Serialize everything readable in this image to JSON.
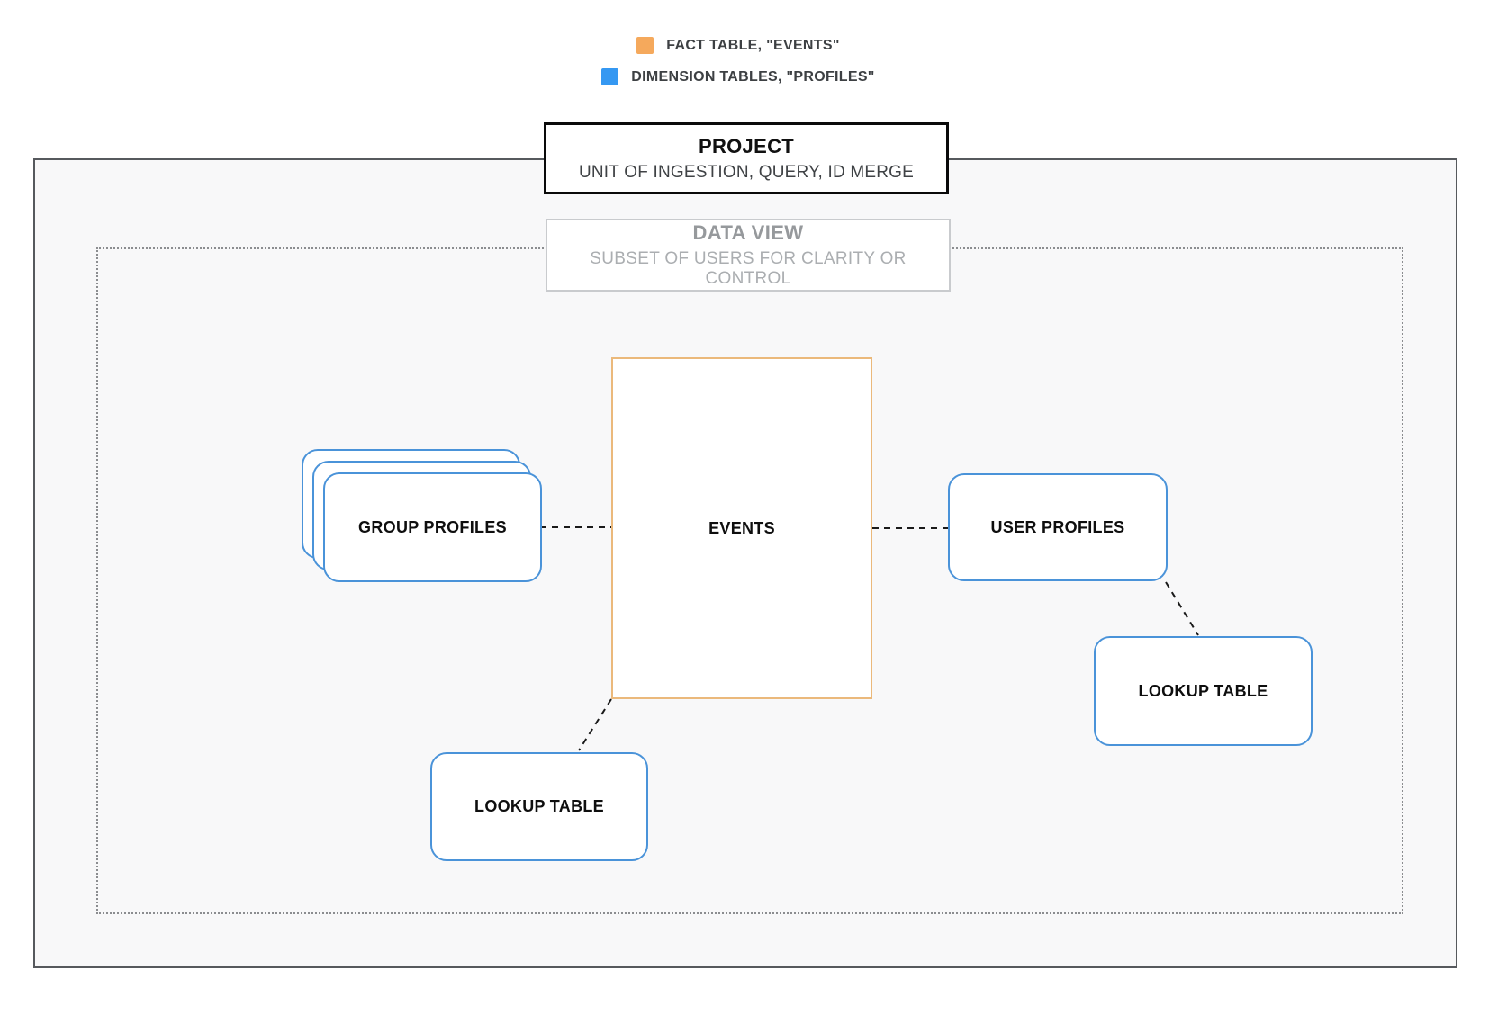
{
  "legend": {
    "items": [
      {
        "name": "fact-table",
        "label": "FACT TABLE, \"EVENTS\"",
        "color": "#F5A95C"
      },
      {
        "name": "dimension-tables",
        "label": "DIMENSION TABLES, \"PROFILES\"",
        "color": "#3598F2"
      }
    ]
  },
  "project_boundary": {
    "title": "PROJECT",
    "subtitle": "UNIT OF INGESTION, QUERY, ID MERGE"
  },
  "data_view_boundary": {
    "title": "DATA VIEW",
    "subtitle": "SUBSET OF USERS FOR CLARITY OR CONTROL"
  },
  "nodes": {
    "group_profiles": {
      "label": "GROUP PROFILES",
      "type": "dimension"
    },
    "events": {
      "label": "EVENTS",
      "type": "fact"
    },
    "user_profiles": {
      "label": "USER PROFILES",
      "type": "dimension"
    },
    "lookup_table_bottom": {
      "label": "LOOKUP TABLE",
      "type": "dimension"
    },
    "lookup_table_right": {
      "label": "LOOKUP TABLE",
      "type": "dimension"
    }
  },
  "colors": {
    "fact_swatch": "#F5A95C",
    "fact_border": "#EBB97B",
    "dimension_swatch": "#3598F2",
    "dimension_border": "#4A93D9"
  }
}
